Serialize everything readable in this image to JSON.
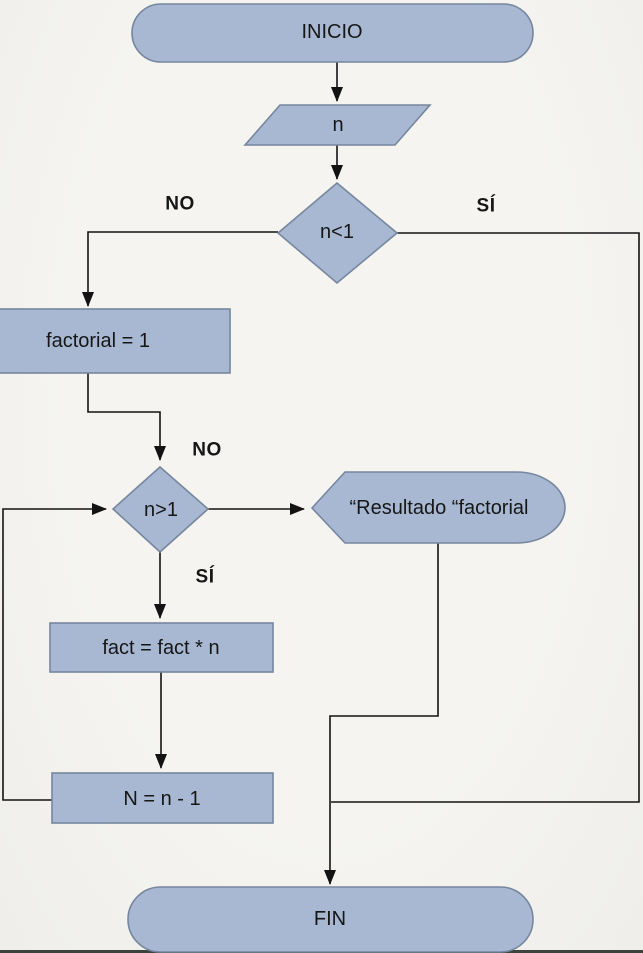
{
  "nodes": {
    "start": {
      "label": "INICIO"
    },
    "input": {
      "label": "n"
    },
    "decision1": {
      "label": "n<1"
    },
    "init": {
      "label": "factorial = 1"
    },
    "decision2": {
      "label": "n>1"
    },
    "display": {
      "label": "“Resultado “factorial"
    },
    "multiply": {
      "label": "fact = fact * n"
    },
    "decrement": {
      "label": "N = n - 1"
    },
    "end": {
      "label": "FIN"
    }
  },
  "branch_labels": {
    "decision1_no": "NO",
    "decision1_yes": "SÍ",
    "decision2_no": "NO",
    "decision2_yes": "SÍ"
  },
  "colors": {
    "shape_fill": "#a8b8d2",
    "shape_border": "#76869e",
    "connector": "#131313",
    "background": "#f5f4f0",
    "text": "#161616"
  }
}
